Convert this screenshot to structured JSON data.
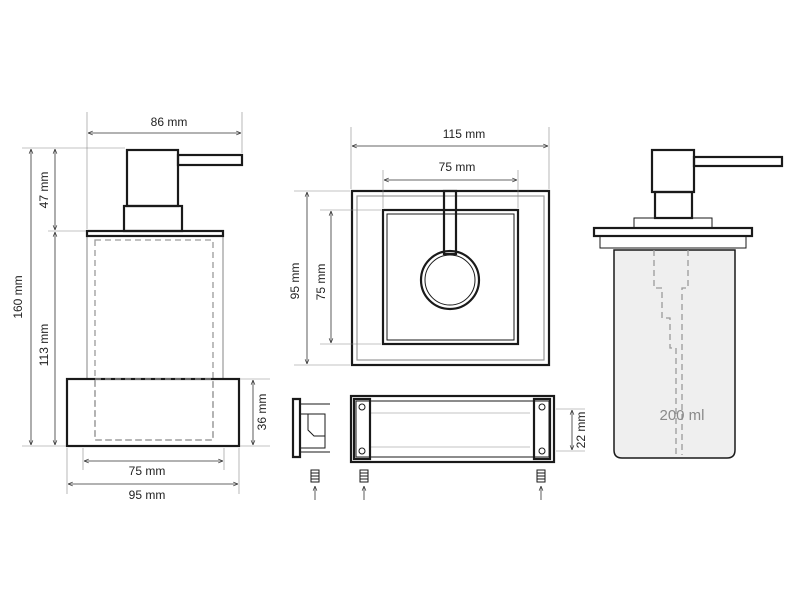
{
  "dimensions": {
    "front_width_top": "86 mm",
    "front_height_total": "160 mm",
    "front_height_pump": "47 mm",
    "front_height_body": "113 mm",
    "front_height_base": "36 mm",
    "front_width_inner": "75 mm",
    "front_width_base": "95 mm",
    "top_width_outer": "115 mm",
    "top_width_inner": "75 mm",
    "top_height_outer": "95 mm",
    "top_height_inner": "75 mm",
    "bracket_height": "22 mm"
  },
  "labels": {
    "volume": "200 ml"
  },
  "colors": {
    "line": "#1a1a1a",
    "hidden": "#9a9a9a",
    "jar_fill": "#efefef"
  }
}
